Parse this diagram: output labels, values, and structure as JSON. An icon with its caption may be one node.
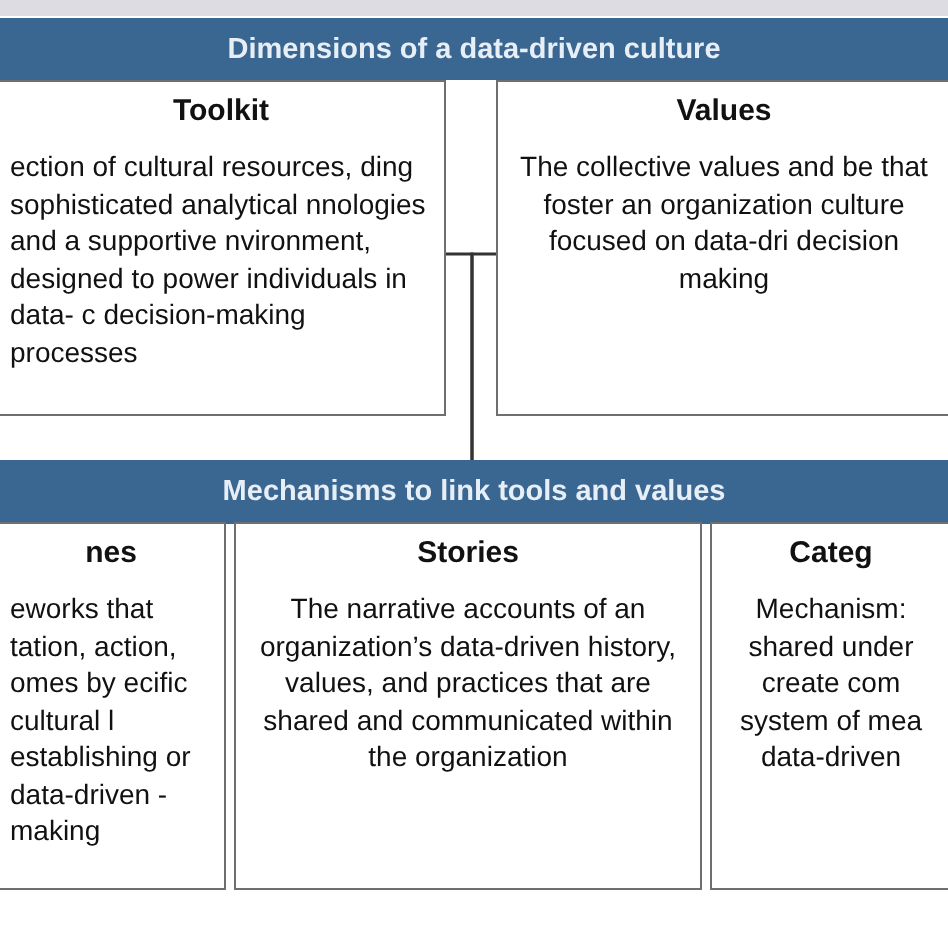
{
  "diagram": {
    "nodes": [
      {
        "text": [
          "Dimensions of a data-driven culture"
        ]
      },
      {
        "text": [
          "Toolkit",
          "ection of cultural resources, ding sophisticated analytical nnologies and a supportive nvironment, designed to power individuals in data- c decision-making processes"
        ]
      },
      {
        "text": [
          "Values",
          "The collective values and be that foster an organization culture focused on data-dri decision making"
        ]
      },
      {
        "text": [
          "Mechanisms to link tools and values"
        ]
      },
      {
        "text": [
          "nes",
          "eworks that tation, action, omes by ecific cultural l establishing or data-driven -making"
        ]
      },
      {
        "text": [
          "Stories",
          "The narrative accounts of an organization’s data-driven history, values, and practices that are shared and communicated within the organization"
        ]
      },
      {
        "text": [
          "Categ",
          "Mechanism: shared under create com system of mea data-driven"
        ]
      }
    ],
    "edges": [
      {
        "from": 1,
        "to": 3,
        "arrow": "none"
      },
      {
        "from": 2,
        "to": 3,
        "arrow": "none"
      }
    ]
  }
}
